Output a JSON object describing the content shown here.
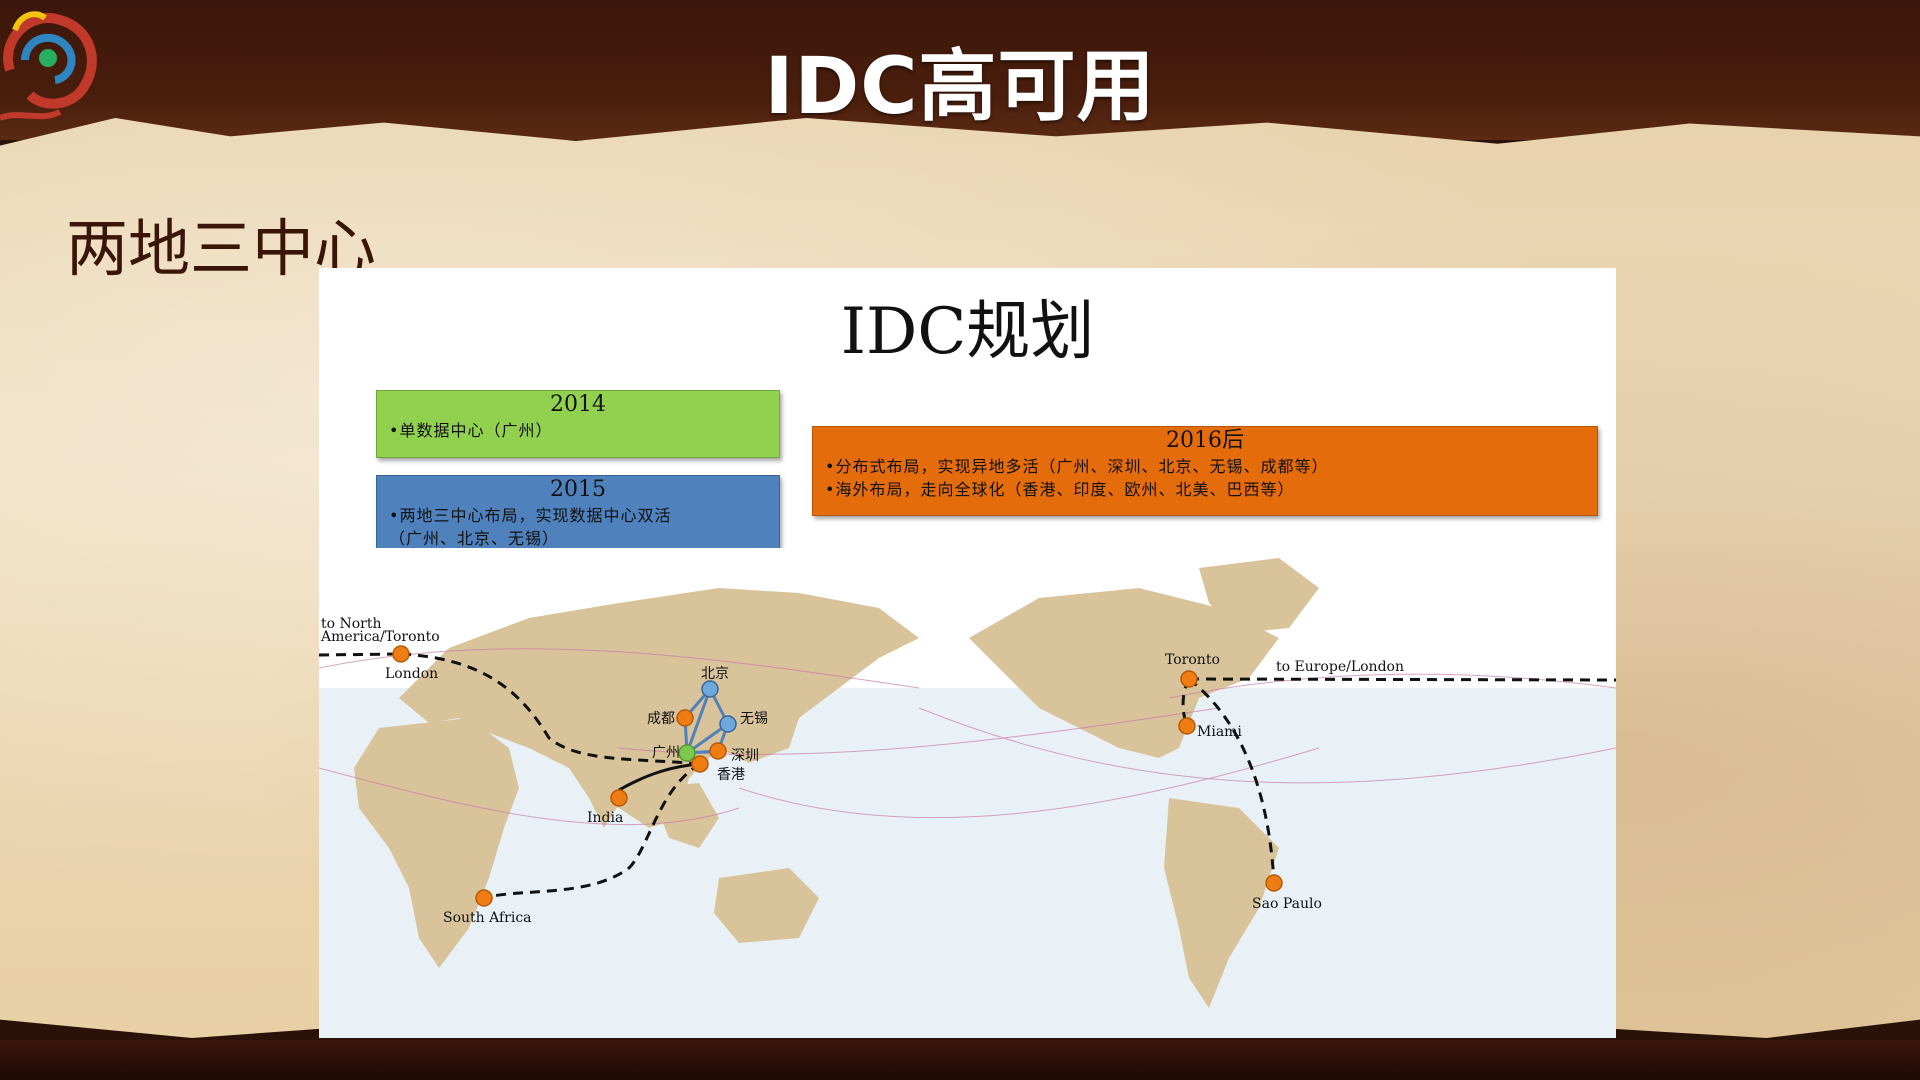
{
  "slide": {
    "title": "IDC高可用",
    "subtitle": "两地三中心"
  },
  "panel": {
    "title": "IDC规划",
    "box_2014": {
      "year": "2014",
      "lines": [
        "•单数据中心（广州）"
      ]
    },
    "box_2015": {
      "year": "2015",
      "lines": [
        "•两地三中心布局，实现数据中心双活",
        "（广州、北京、无锡）"
      ]
    },
    "box_2016": {
      "year": "2016后",
      "lines": [
        "•分布式布局，实现异地多活（广州、深圳、北京、无锡、成都等）",
        "•海外布局，走向全球化（香港、印度、欧州、北美、巴西等）"
      ]
    },
    "map_labels": {
      "to_north": "to North",
      "america_toronto": "America/Toronto",
      "london": "London",
      "beijing": "北京",
      "chengdu": "成都",
      "wuxi": "无锡",
      "guangzhou": "广州",
      "shenzhen": "深圳",
      "hongkong": "香港",
      "india": "India",
      "south_africa": "South Africa",
      "toronto": "Toronto",
      "to_europe": "to Europe/London",
      "miami": "Miami",
      "sao_paulo": "Sao Paulo"
    }
  },
  "colors": {
    "header": "#3a160a",
    "parchment": "#efdcbc",
    "box_2014": "#92d050",
    "box_2015": "#4f81bd",
    "box_2016": "#e46c0a",
    "node_orange": "#f07c14",
    "node_blue": "#6fa8dc",
    "node_green": "#7ec850",
    "land": "#d9c39a",
    "ocean": "#e8f0f6"
  }
}
